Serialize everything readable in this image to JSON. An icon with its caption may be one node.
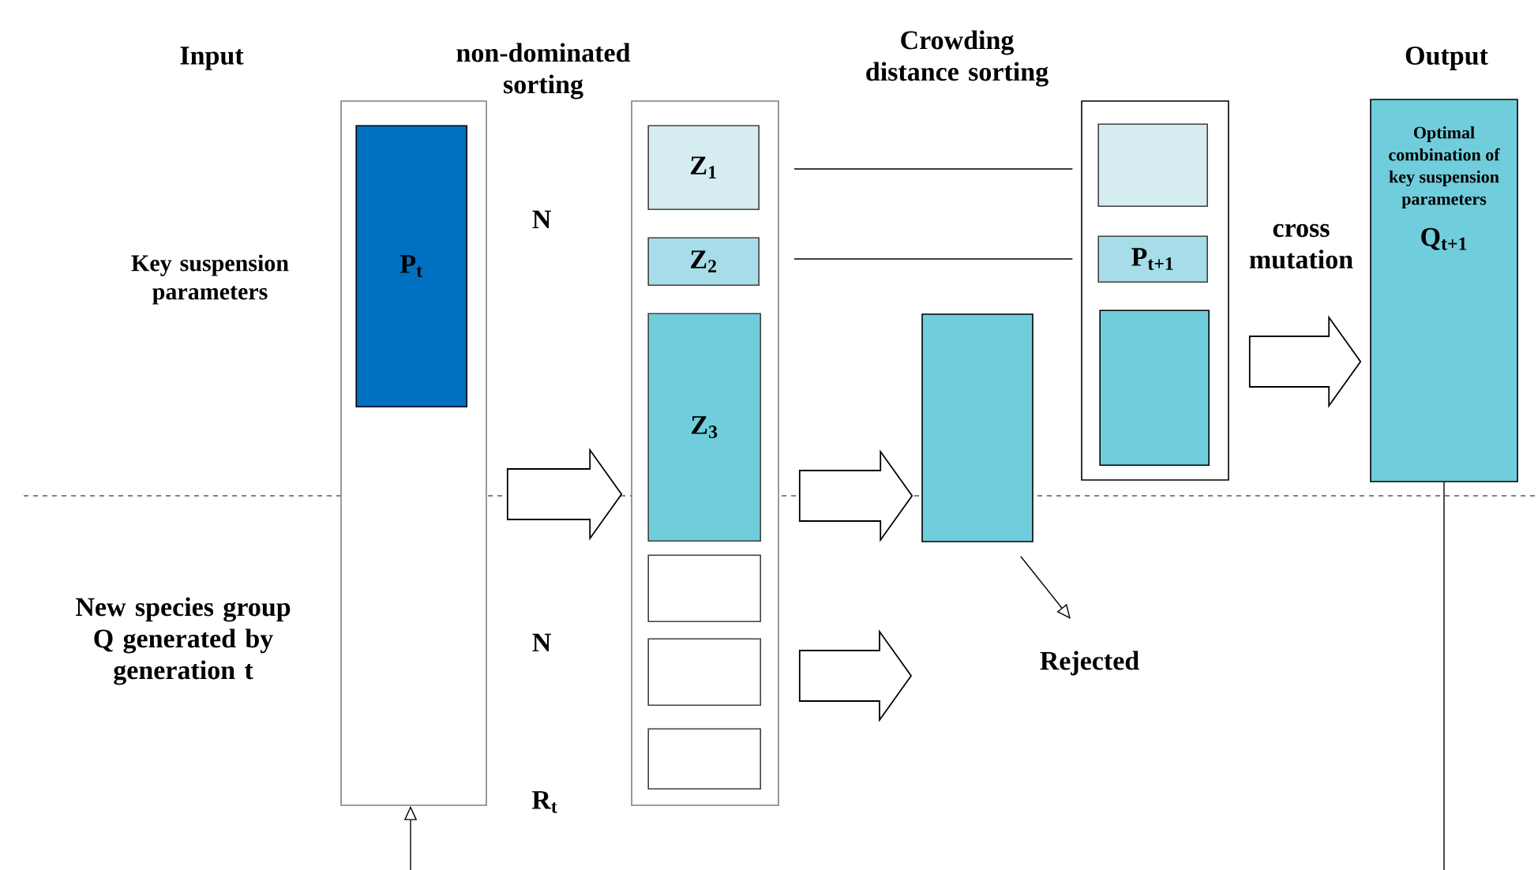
{
  "diagram": {
    "nodes": [
      {
        "text": [],
        "shape": "box",
        "beside": [
          "R$_{t}$"
        ]
      },
      {
        "text": [
          "P$_{t}$"
        ],
        "in": 0
      },
      {
        "text": [],
        "shape": "box"
      },
      {
        "text": [
          "Z$_{1}$"
        ],
        "in": 2
      },
      {
        "text": [
          "Z$_{2}$"
        ],
        "in": 2
      },
      {
        "text": [
          "Z$_{3}$"
        ],
        "in": 2
      },
      {
        "text": [],
        "shape": "box",
        "in": 2
      },
      {
        "text": [],
        "shape": "box",
        "in": 2
      },
      {
        "text": [],
        "shape": "box",
        "in": 2
      },
      {
        "text": [],
        "shape": "box"
      },
      {
        "text": [],
        "shape": "box"
      },
      {
        "text": [],
        "shape": "box",
        "in": 10
      },
      {
        "text": [
          "P$_{t+1}$"
        ],
        "in": 10
      },
      {
        "text": [],
        "shape": "box",
        "in": 10
      },
      {
        "text": [
          "Optimal combination of key suspension parameters",
          "Q$_{t+1}$"
        ]
      },
      {
        "text": [
          "Rejected"
        ]
      }
    ],
    "edges": [
      {
        "from": 0,
        "to": 2,
        "arrow": "to",
        "style": "thick"
      },
      {
        "from": 2,
        "to": 9,
        "arrow": "to",
        "style": "thick"
      },
      {
        "from": 2,
        "to": null,
        "arrow": "to",
        "style": "thick"
      },
      {
        "from": 10,
        "to": 14,
        "arrow": "to",
        "style": "thick"
      },
      {
        "from": 3,
        "to": 11,
        "arrow": "none"
      },
      {
        "from": 4,
        "to": 12,
        "arrow": "none"
      },
      {
        "from": 9,
        "to": 15,
        "arrow": "to"
      },
      {
        "from": null,
        "to": 0,
        "arrow": "to"
      },
      {
        "from": 14,
        "to": null,
        "arrow": "none"
      }
    ],
    "labels": [
      "Input",
      "non-dominated sorting",
      "Crowding distance sorting",
      "Output",
      "N",
      "Key suspension parameters",
      "cross mutation",
      "New species group Q generated by generation t",
      "N"
    ]
  }
}
